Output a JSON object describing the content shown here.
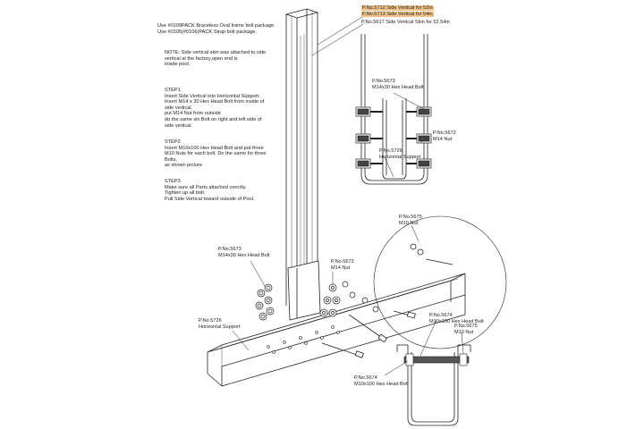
{
  "instructions": {
    "pack_lines": [
      "Use #0109PACK Braceless Oval frame bolt package.",
      "Use #0105(#0106)PACK Strap bolt package."
    ],
    "note_lines": [
      "NOTE: Side vertical skin was attached to side",
      "vertical at the factory,open end is",
      "inside pool."
    ],
    "step1_lines": [
      "STEP1.",
      "Insert Side Vertical into Horizontal Support.",
      "Insert M14 x 30 Hex Head Bolt from inside of",
      "side vertical,",
      "put M14 Nut from outside",
      "do the same six Bolt on right and left side of",
      "side vertical."
    ],
    "step2_lines": [
      "STEP2.",
      "Insert M10x100 Hex Head Bolt and put three",
      "M10 Nuts for each bolt. Do the same for three",
      "Bolts,",
      "as shown picture."
    ],
    "step3_lines": [
      "STEP3.",
      "Make sure all Parts attached corrctly.",
      "Tighten up all bolt.",
      "Pull Side Vertical toward outside of Pool."
    ]
  },
  "labels": {
    "side_vertical_52": "P.No.5712 Side Vertical for 52in",
    "side_vertical_54": "P.No.5713 Side Vertical for 54in",
    "side_skin": "P.No.5617 Side Vertical Skin for 52,54in",
    "inset_bolt_pno": "P.No.5673",
    "inset_bolt_desc": "M14x30 Hex Head Bolt",
    "inset_nut_pno": "P.No.5672",
    "inset_nut_desc": "M14 Nut",
    "inset_support_pno": "P.No.5726",
    "inset_support_desc": "Horizontal Support",
    "main_bolt_pno": "P.No.5673",
    "main_bolt_desc": "M14x30 Hex Head Bolt",
    "main_nut_pno": "P.No.5672",
    "main_nut_desc": "M14 Nut",
    "main_support_pno": "P.No.5726",
    "main_support_desc": "Horizontal Support",
    "m10nut_top_pno": "P.No.5675",
    "m10nut_top_desc": "M10  Nut",
    "longbolt_mid_pno": "P.No.5674",
    "longbolt_mid_desc": "M10x100 Hex Head Bolt",
    "m10nut_mid_pno": "P.No.5675",
    "m10nut_mid_desc": "M10 Nut",
    "longbolt_bot_pno": "P.No.5674",
    "longbolt_bot_desc": "M10x100 Hex Head Bolt"
  },
  "colors": {
    "highlight": "#f2c38b",
    "line": "#222222"
  }
}
